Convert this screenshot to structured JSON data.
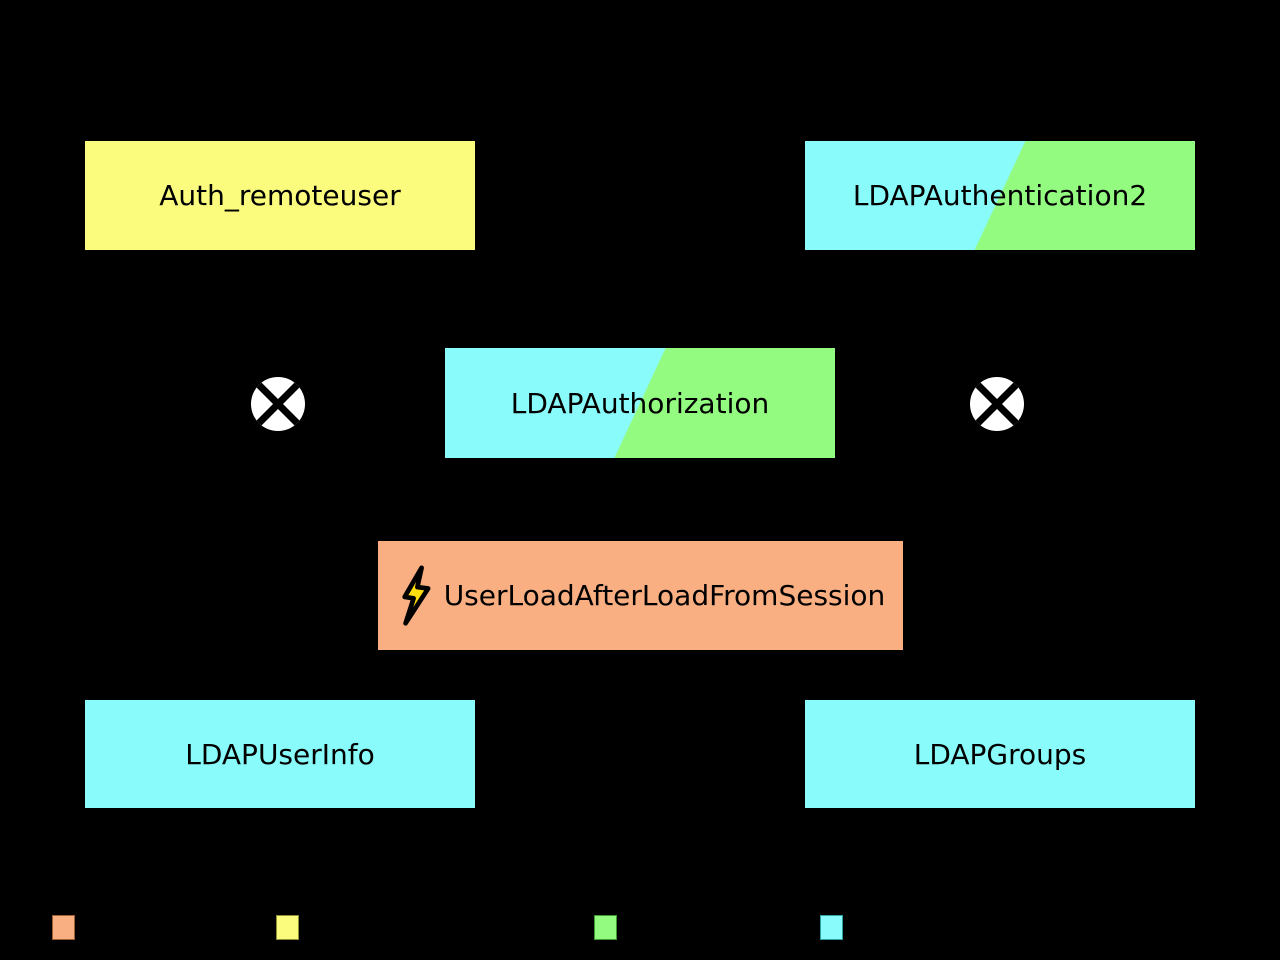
{
  "diagram": {
    "type": "flowchart",
    "background_color": "#000000",
    "text_color": "#000000",
    "nodes": {
      "auth_remoteuser": {
        "label": "Auth_remoteuser",
        "fill": "#FBFB7D"
      },
      "ldap_authentication2": {
        "label": "LDAPAuthentication2",
        "fill": "linear-gradient(115deg, #8AFBFB 49.85%, #93FB80 50.15%)",
        "colors": [
          "#8AFBFB",
          "#93FB80"
        ]
      },
      "ldap_authorization": {
        "label": "LDAPAuthorization",
        "fill": "linear-gradient(115deg, #8AFBFB 49.85%, #93FB80 50.15%)",
        "colors": [
          "#8AFBFB",
          "#93FB80"
        ]
      },
      "user_load_after_load_from_session": {
        "label": "UserLoadAfterLoadFromSession",
        "fill": "#FAAF82",
        "icon": "lightning-bolt",
        "icon_fill": "#FFDD0E",
        "icon_stroke": "#000000"
      },
      "ldap_user_info": {
        "label": "LDAPUserInfo",
        "fill": "#8AFBFB"
      },
      "ldap_groups": {
        "label": "LDAPGroups",
        "fill": "#8AFBFB"
      }
    },
    "junctions": {
      "left": {
        "shape": "cross-circle",
        "fill": "#FFFFFF",
        "cross_color": "#000000"
      },
      "right": {
        "shape": "cross-circle",
        "fill": "#FFFFFF",
        "cross_color": "#000000"
      }
    },
    "legend": {
      "swatches": [
        {
          "color": "#FAAF82",
          "border": "#9C5F33"
        },
        {
          "color": "#FBFB7D",
          "border": "#8F8F33"
        },
        {
          "color": "#93FB80",
          "border": "#3E9A31"
        },
        {
          "color": "#8AFBFB",
          "border": "#2FA3A3"
        }
      ]
    }
  }
}
